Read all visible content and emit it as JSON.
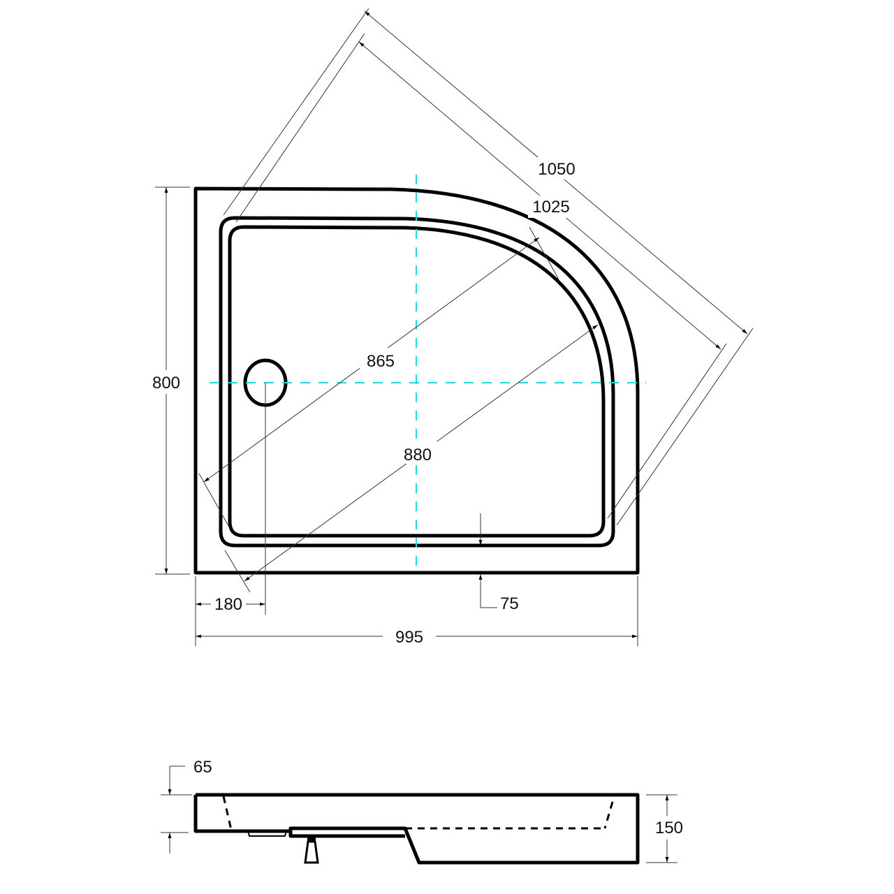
{
  "dimensions": {
    "diag_outer": "1050",
    "diag_inner": "1025",
    "height": "800",
    "diag_865": "865",
    "diag_880": "880",
    "drain_offset": "180",
    "rim_width": "75",
    "width": "995",
    "depth_inner": "65",
    "depth_total": "150"
  },
  "colors": {
    "centerline": "#22d8e0",
    "outline": "#000000"
  }
}
